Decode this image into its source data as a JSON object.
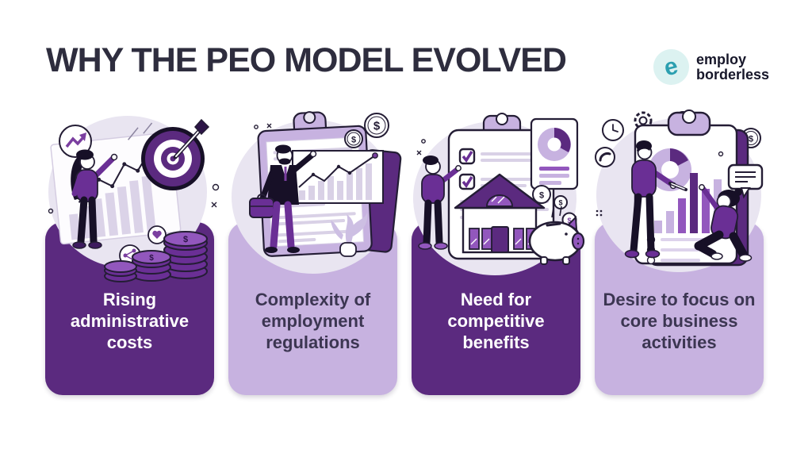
{
  "header": {
    "title": "WHY THE PEO MODEL EVOLVED",
    "logo": {
      "icon": "employ-borderless-e-icon",
      "icon_glyph": "e",
      "brand_line1": "employ",
      "brand_line2": "borderless",
      "icon_color": "#2b9fb0",
      "icon_bg": "#dcf2f1",
      "text_color": "#17172a"
    }
  },
  "colors": {
    "page_bg": "#ffffff",
    "title_text": "#2e2d3e",
    "card_dark": "#5b2a7f",
    "card_dark_text": "#ffffff",
    "card_light": "#c7b2e0",
    "card_light_text": "#3c3652",
    "illustration_blob": "#e9e5f1",
    "illustration_outline": "#241d35",
    "accent_purple": "#7b3fa0",
    "coin_purple": "#6a2f95"
  },
  "cards": [
    {
      "label": "Rising administrative costs",
      "style": "dark",
      "illustration": {
        "name": "woman-growth-chart-target-coins",
        "icons": [
          "trend-arrow-icon",
          "bar-chart-icon",
          "line-graph-icon",
          "target-dart-icon",
          "coin-stack-icon",
          "share-icon",
          "heart-icon",
          "dollar-coin-icon",
          "woman-presenter"
        ]
      }
    },
    {
      "label": "Complexity of employment regulations",
      "style": "light",
      "illustration": {
        "name": "businessman-clipboard-regulations",
        "icons": [
          "clipboard-icon",
          "document-lines-icon",
          "line-graph-icon",
          "dollar-coin-icon",
          "briefcase-icon",
          "plant-icon",
          "businessman-presenter"
        ]
      }
    },
    {
      "label": "Need for competitive benefits",
      "style": "dark",
      "illustration": {
        "name": "checklist-house-piggy-bank",
        "icons": [
          "clipboard-icon",
          "checklist-icon",
          "donut-chart-icon",
          "house-icon",
          "piggy-bank-icon",
          "dollar-coin-icon",
          "person-presenter"
        ]
      }
    },
    {
      "label": "Desire to focus on core business activities",
      "style": "light",
      "illustration": {
        "name": "team-clipboard-analytics",
        "icons": [
          "clock-icon",
          "gear-icon",
          "phone-icon",
          "dollar-coin-icon",
          "clipboard-icon",
          "donut-chart-icon",
          "bar-chart-icon",
          "speech-bubble-icon",
          "man-with-pen",
          "woman-kneeling"
        ]
      }
    }
  ]
}
